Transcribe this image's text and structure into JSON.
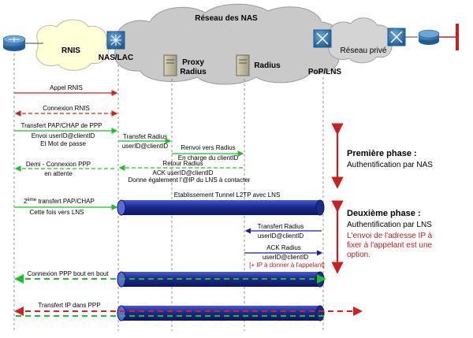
{
  "clouds": {
    "nas_network": "Réseau des NAS",
    "isdn": "RNIS",
    "private_network": "Réseau privé"
  },
  "nodes": {
    "nas_lac": "NAS/LAC",
    "proxy_radius_line1": "Proxy",
    "proxy_radius_line2": "Radius",
    "radius": "Radius",
    "pop_lns": "PoP/LNS"
  },
  "messages": {
    "appel_rnis": "Appel RNIS",
    "connexion_rnis": "Connexion RNIS",
    "transfert_pap_1": "Transfert PAP/CHAP de PPP",
    "transfert_pap_2": "Envoi userID@clientID",
    "transfert_pap_3": "Et Mot de passe",
    "transfert_radius_1a": "Transfet Radius",
    "transfert_radius_1b": "userID@clientID",
    "renvoi_radius_1": "Renvoi vers Radius",
    "renvoi_radius_2": "En charge du clientID",
    "demi_connexion_1": "Demi - Connexion PPP",
    "demi_connexion_2": "en attente",
    "retour_radius_1": "Retour Radius",
    "retour_radius_2": "ACK userID@clientID",
    "retour_radius_3": "Donne également l'@IP du LNS à contacter",
    "second_transfert_pre": "2",
    "second_transfert_sup": "ème",
    "second_transfert_post": " transfert PAP/CHAP",
    "second_transfert_2": "Cette fois vers LNS",
    "tunnel_l2tp": "Etablissement Tunnel L2TP avec LNS",
    "transfert_radius_2a": "Transfert Radius",
    "transfert_radius_2b": "userID@clientID",
    "ack_radius_1": "ACK Radius",
    "ack_radius_2": "userID@clientID",
    "ack_radius_3": "[+ IP à donner à l'appelant]",
    "connexion_bout_en_bout": "Connexion PPP bout en bout",
    "transfert_ip": "Transfert IP dans PPP"
  },
  "phases": {
    "phase1_title": "Première phase :",
    "phase1_text": "Authentification par NAS",
    "phase2_title": "Deuxième phase :",
    "phase2_text": "Authentification par LNS",
    "phase2_note_1": "L'envoi de l'adresse IP à",
    "phase2_note_2": "fixer à l'appelant est une",
    "phase2_note_3": "option."
  },
  "colors": {
    "arrow_red": "#d42020",
    "arrow_green": "#1fbf2a",
    "arrow_blue": "#1a1aa8",
    "tunnel_blue": "#1c2a8c",
    "phase_arrow": "#c82020",
    "cloud": "#c9c9c9",
    "router": "#2f6ea6"
  },
  "icons": [
    "router-icon",
    "switch-icon",
    "server-icon",
    "atm-switch-icon",
    "firewall-icon"
  ]
}
